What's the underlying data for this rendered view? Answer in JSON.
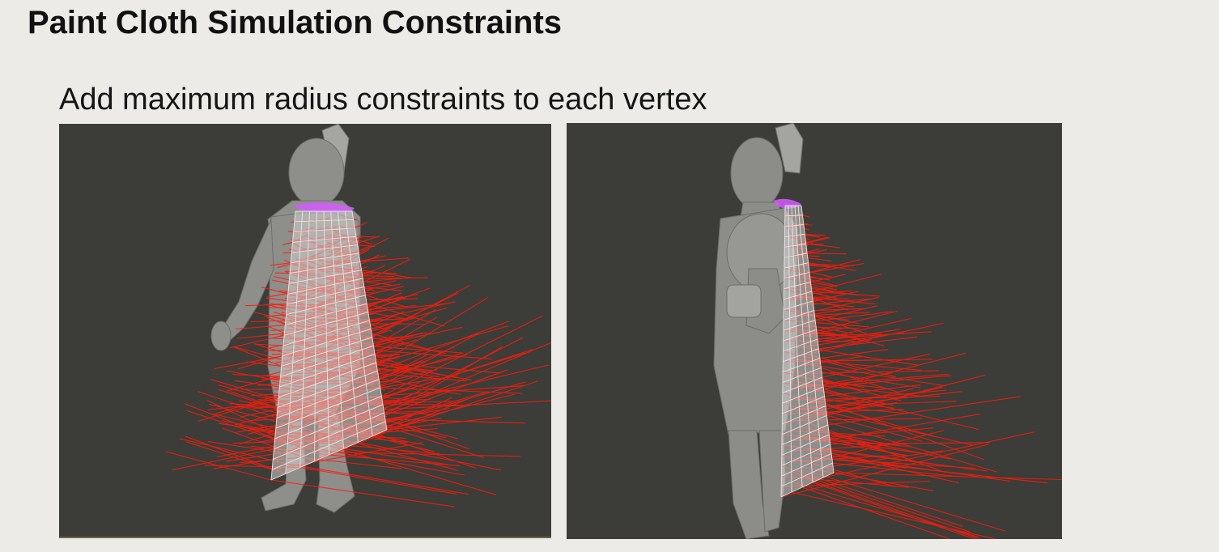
{
  "slide": {
    "title": "Paint Cloth Simulation Constraints",
    "subtitle": "Add maximum radius constraints to each vertex"
  },
  "viewports": [
    {
      "name": "viewport-back-view",
      "view": "back three-quarter",
      "background_color": "#3c3c38"
    },
    {
      "name": "viewport-side-view",
      "view": "side",
      "background_color": "#3c3c38"
    }
  ],
  "colors": {
    "slide_background": "#ecebe8",
    "title_text": "#111111",
    "constraint_lines": "#ff1a0a",
    "cloth_mesh": "#dcdcdc",
    "pinned_vertices": "#d35cff",
    "character_mesh": "#8c8c8a"
  }
}
